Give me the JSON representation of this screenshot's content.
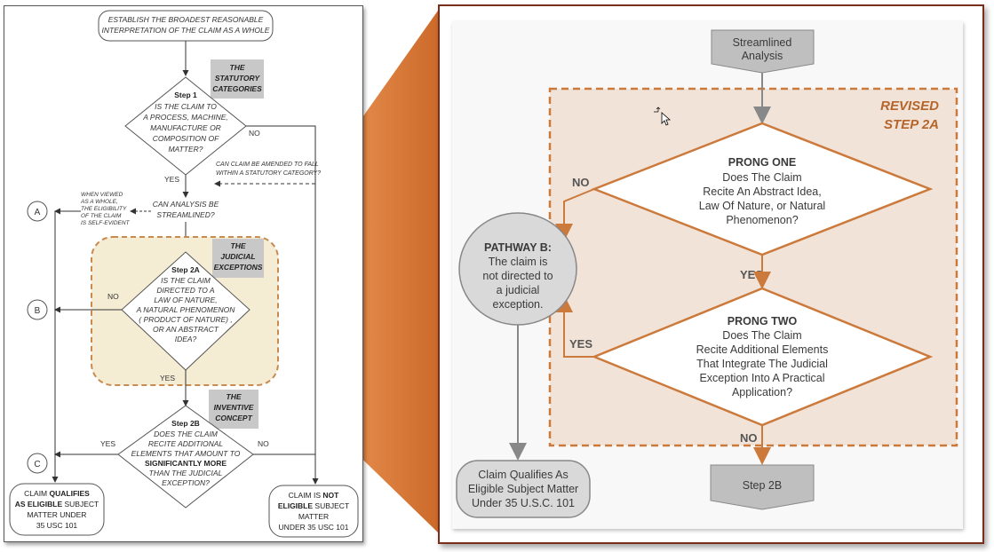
{
  "left": {
    "start": [
      "ESTABLISH THE BROADEST REASONABLE",
      "INTERPRETATION OF THE CLAIM AS A WHOLE"
    ],
    "tag_statutory": [
      "THE",
      "STATUTORY",
      "CATEGORIES"
    ],
    "step1_title": "Step 1",
    "step1_lines": [
      "IS THE CLAIM TO",
      "A PROCESS, MACHINE,",
      "MANUFACTURE OR",
      "COMPOSITION OF",
      "MATTER?"
    ],
    "no1": "NO",
    "amend": [
      "CAN CLAIM BE AMENDED TO FALL",
      "WITHIN A STATUTORY CATEGORY?"
    ],
    "yes1": "YES",
    "viewed": [
      "WHEN VIEWED",
      "AS A WHOLE,",
      "THE ELIGIBILITY",
      "OF THE CLAIM",
      "IS SELF-EVIDENT"
    ],
    "streamlined": [
      "CAN ANALYSIS BE",
      "STREAMLINED?"
    ],
    "tag_judicial": [
      "THE",
      "JUDICIAL",
      "EXCEPTIONS"
    ],
    "step2a_title": "Step 2A",
    "step2a_lines": [
      "IS THE CLAIM",
      "DIRECTED TO A",
      "LAW OF NATURE,",
      "A NATURAL PHENOMENON",
      "( PRODUCT OF NATURE) ,",
      "OR AN ABSTRACT",
      "IDEA?"
    ],
    "no2": "NO",
    "yes2": "YES",
    "tag_inventive": [
      "THE",
      "INVENTIVE",
      "CONCEPT"
    ],
    "step2b_title": "Step 2B",
    "step2b_lines": [
      "DOES THE CLAIM",
      "RECITE ADDITIONAL",
      "ELEMENTS THAT AMOUNT TO"
    ],
    "step2b_bold": "SIGNIFICANTLY MORE",
    "step2b_tail": [
      "THAN THE JUDICIAL",
      "EXCEPTION?"
    ],
    "yes3": "YES",
    "no3": "NO",
    "circles": [
      "A",
      "B",
      "C"
    ],
    "qualifies": {
      "pre": "CLAIM ",
      "bold1": "QUALIFIES",
      "bold2": "AS ELIGIBLE",
      "post1": " SUBJECT",
      "lines": [
        "MATTER UNDER",
        "35 USC 101"
      ]
    },
    "not_eligible": {
      "pre": "CLAIM IS ",
      "bold1": "NOT",
      "bold2": "ELIGIBLE",
      "post2": " SUBJECT",
      "lines": [
        "MATTER",
        "UNDER 35 USC 101"
      ]
    }
  },
  "right": {
    "streamlined": [
      "Streamlined",
      "Analysis"
    ],
    "revised": [
      "REVISED",
      "STEP 2A"
    ],
    "prong1_title": "PRONG ONE",
    "prong1_lines": [
      "Does The Claim",
      "Recite An Abstract Idea,",
      "Law Of Nature, or Natural",
      "Phenomenon?"
    ],
    "no_label": "NO",
    "yes_label": "YES",
    "prong2_title": "PRONG TWO",
    "prong2_lines": [
      "Does The Claim",
      "Recite Additional Elements",
      "That Integrate The Judicial",
      "Exception Into A Practical",
      "Application?"
    ],
    "yes_left": "YES",
    "no_bottom": "NO",
    "pathway_title": "PATHWAY B:",
    "pathway_lines": [
      "The claim is",
      "not directed to",
      "a judicial",
      "exception."
    ],
    "qualifies": [
      "Claim Qualifies As",
      "Eligible Subject Matter",
      "Under 35 U.S.C. 101"
    ],
    "step2b": "Step 2B"
  },
  "colors": {
    "orange": "#cc7a3c",
    "orange_fill": "#f2e3d8",
    "highlight_fill": "#f5ecd4",
    "gray_box": "#b3b3b3",
    "pathway_fill": "#d9d9d9",
    "connector": "#e08a4a"
  }
}
